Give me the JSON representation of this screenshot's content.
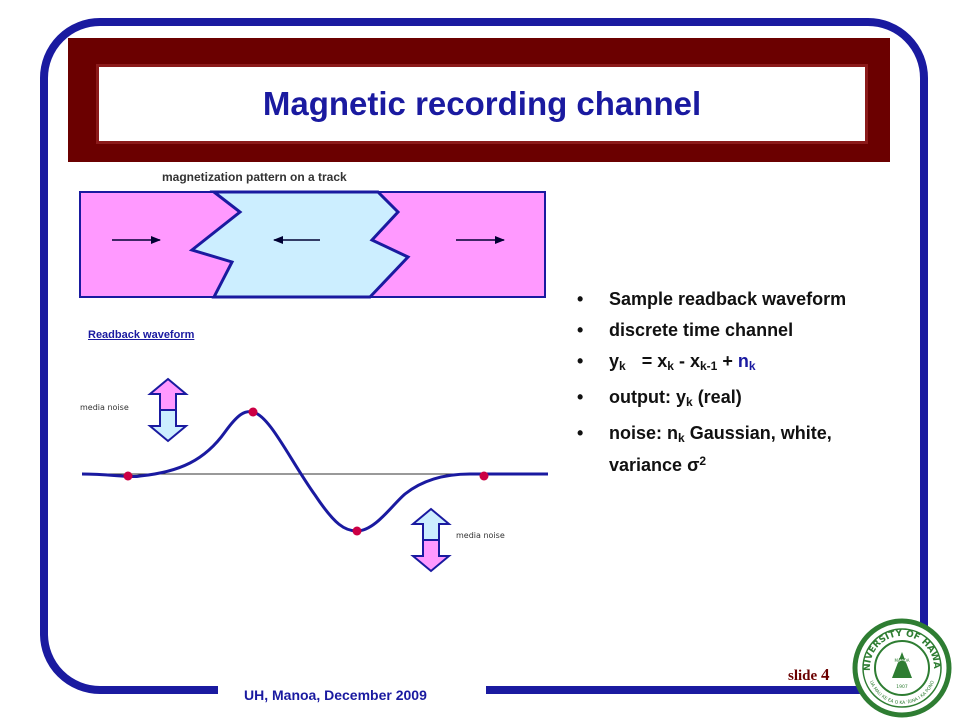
{
  "title": "Magnetic recording channel",
  "diagram": {
    "track_label": "magnetization pattern on a track",
    "readback_label": "Readback waveform",
    "noise_label_top": "media noise",
    "noise_label_bottom": "media noise"
  },
  "bullets": [
    "Sample readback waveform",
    "discrete time channel",
    "y_k = x_k - x_k-1 + n_k",
    "output: y_k (real)",
    "noise: n_k Gaussian, white, variance σ2"
  ],
  "formula_parts": {
    "y": "y",
    "k": "k",
    "eq": "=",
    "x": "x",
    "minus": "-",
    "km1": "k-1",
    "plus": "+",
    "n": "n"
  },
  "output_parts": {
    "prefix": "output: y",
    "k": "k",
    "suffix": "(real)"
  },
  "noise_parts": {
    "prefix": "noise: n",
    "k": "k",
    "mid": "Gaussian, white, variance",
    "sigma": "σ",
    "exp": "2"
  },
  "footer": "UH, Manoa, December 2009",
  "slide_label": "slide",
  "slide_number": "4",
  "seal": {
    "outer_text": "UNIVERSITY OF HAWAI'I",
    "inner_text": "MĀNOA",
    "year": "1907",
    "motto": "UA MAU KE EA O KA 'ĀINA I KA PONO"
  },
  "colors": {
    "frame_blue": "#1a1aa0",
    "title_maroon": "#6b0000",
    "track_pink": "#ff99ff",
    "track_blue": "#cceeff",
    "dot_red": "#cc0044",
    "seal_green": "#2e7d32"
  }
}
